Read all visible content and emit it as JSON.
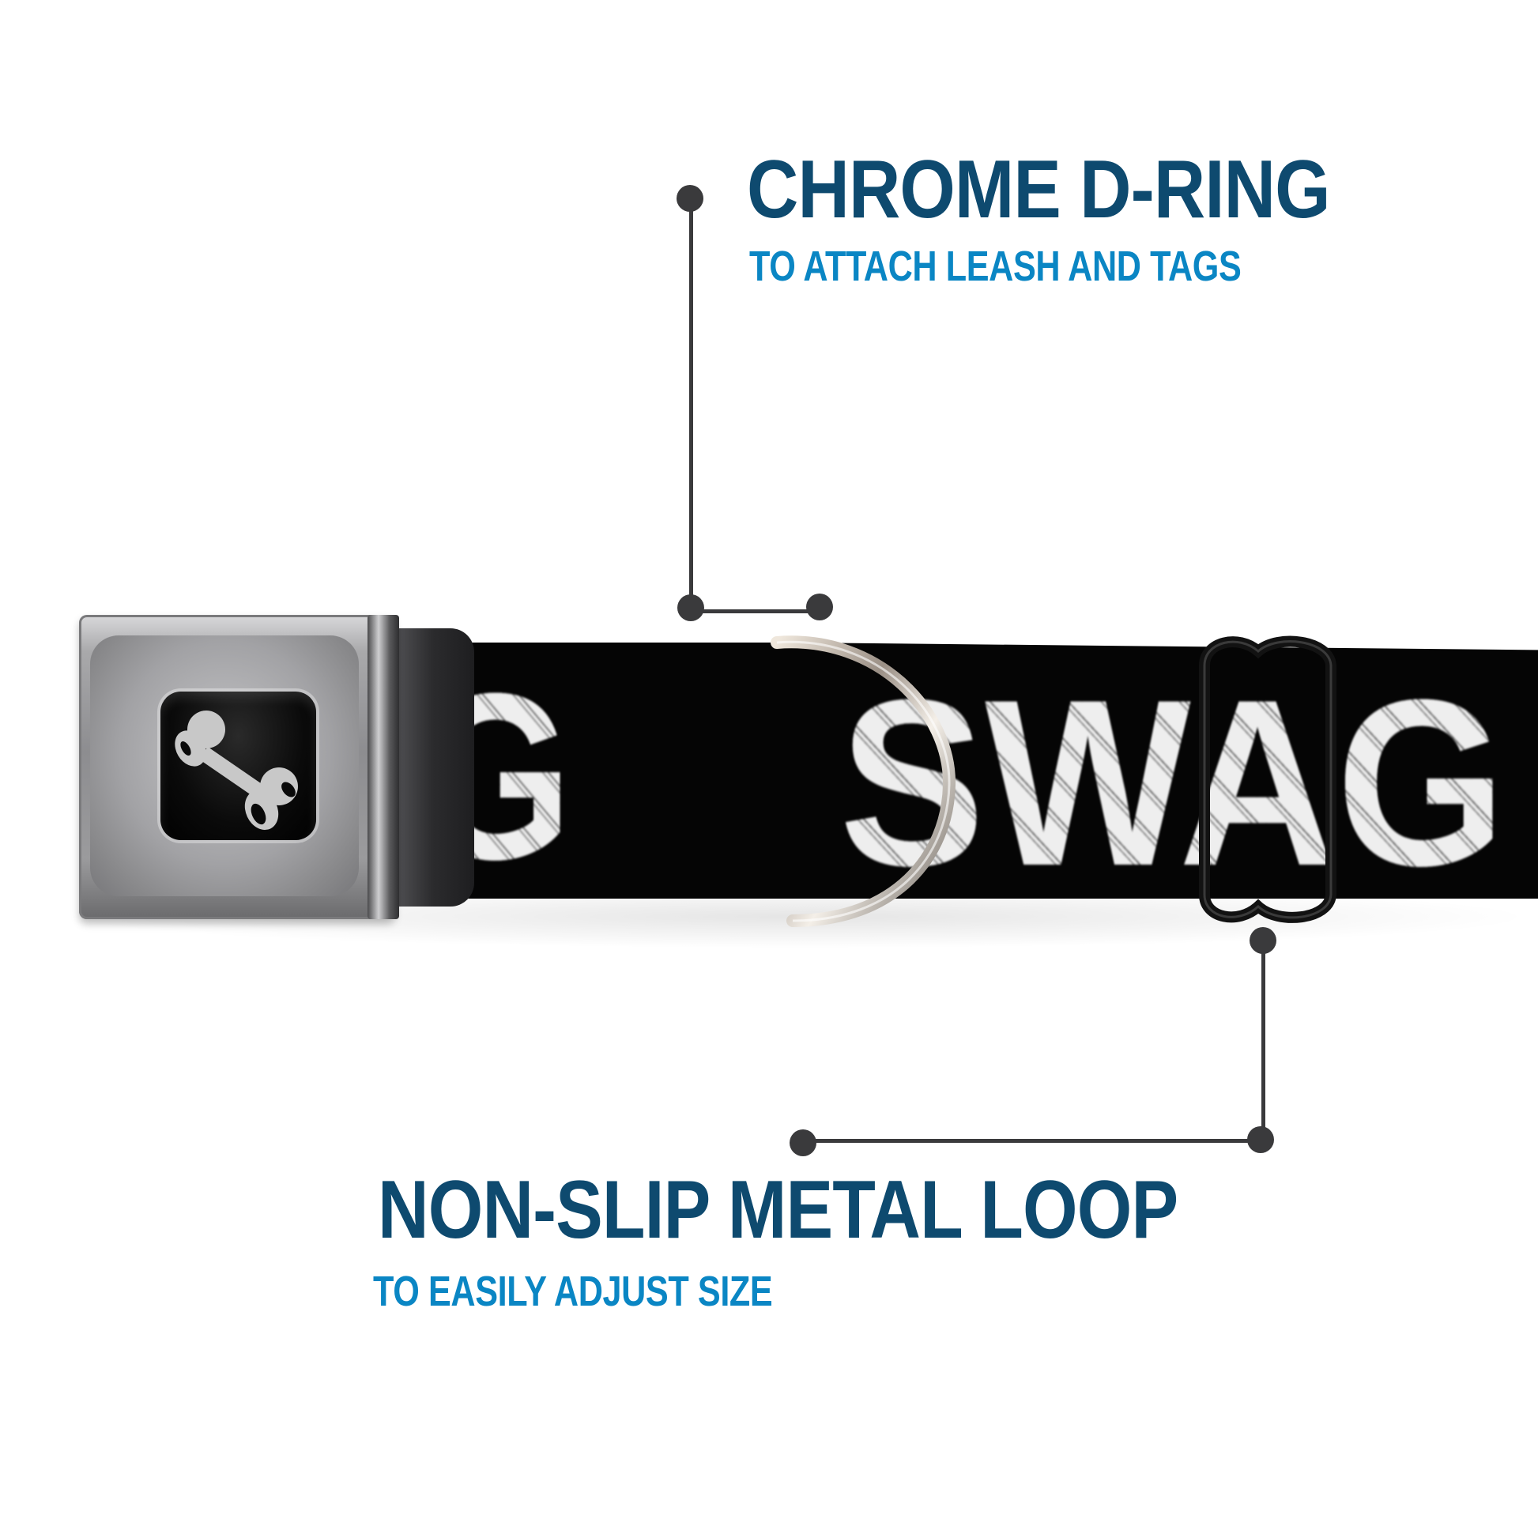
{
  "product": {
    "type": "seatbelt buckle dog collar",
    "strap_print": "SWAG",
    "strap_print_left_fragment": "G",
    "buckle_emblem": "bone-icon",
    "colors": {
      "strap": "#050505",
      "print": "#e9e9e9",
      "buckle_metal": "#9b9b9d",
      "emblem_bg": "#0a0a0a",
      "bone": "#c8c8c8"
    }
  },
  "callouts": [
    {
      "title": "CHROME D-RING",
      "subtitle": "TO ATTACH LEASH AND TAGS",
      "target": "d-ring"
    },
    {
      "title": "NON-SLIP METAL LOOP",
      "subtitle": "TO EASILY ADJUST SIZE",
      "target": "metal-loop"
    }
  ],
  "colors": {
    "title": "#0e4a6f",
    "subtitle": "#0a86c4",
    "connector": "#3a3a3c",
    "background": "#ffffff"
  }
}
